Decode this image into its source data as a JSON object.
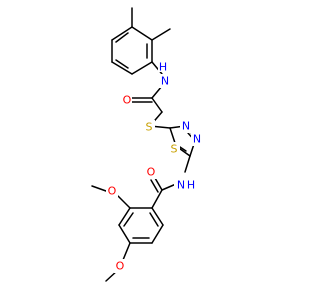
{
  "colors": {
    "bond": "#000000",
    "N": "#0000ff",
    "O": "#ff0000",
    "S": "#c8a000"
  },
  "atoms": {
    "nh_top": "H",
    "n_top": "N",
    "o_amide_top": "O",
    "s_thioether": "S",
    "s_ring": "S",
    "n_ring_1": "N",
    "n_ring_2": "N",
    "nh_bottom": "H",
    "n_bottom": "N",
    "o_amide_bottom": "O",
    "o_methoxy_ortho": "O",
    "o_methoxy_para": "O"
  }
}
